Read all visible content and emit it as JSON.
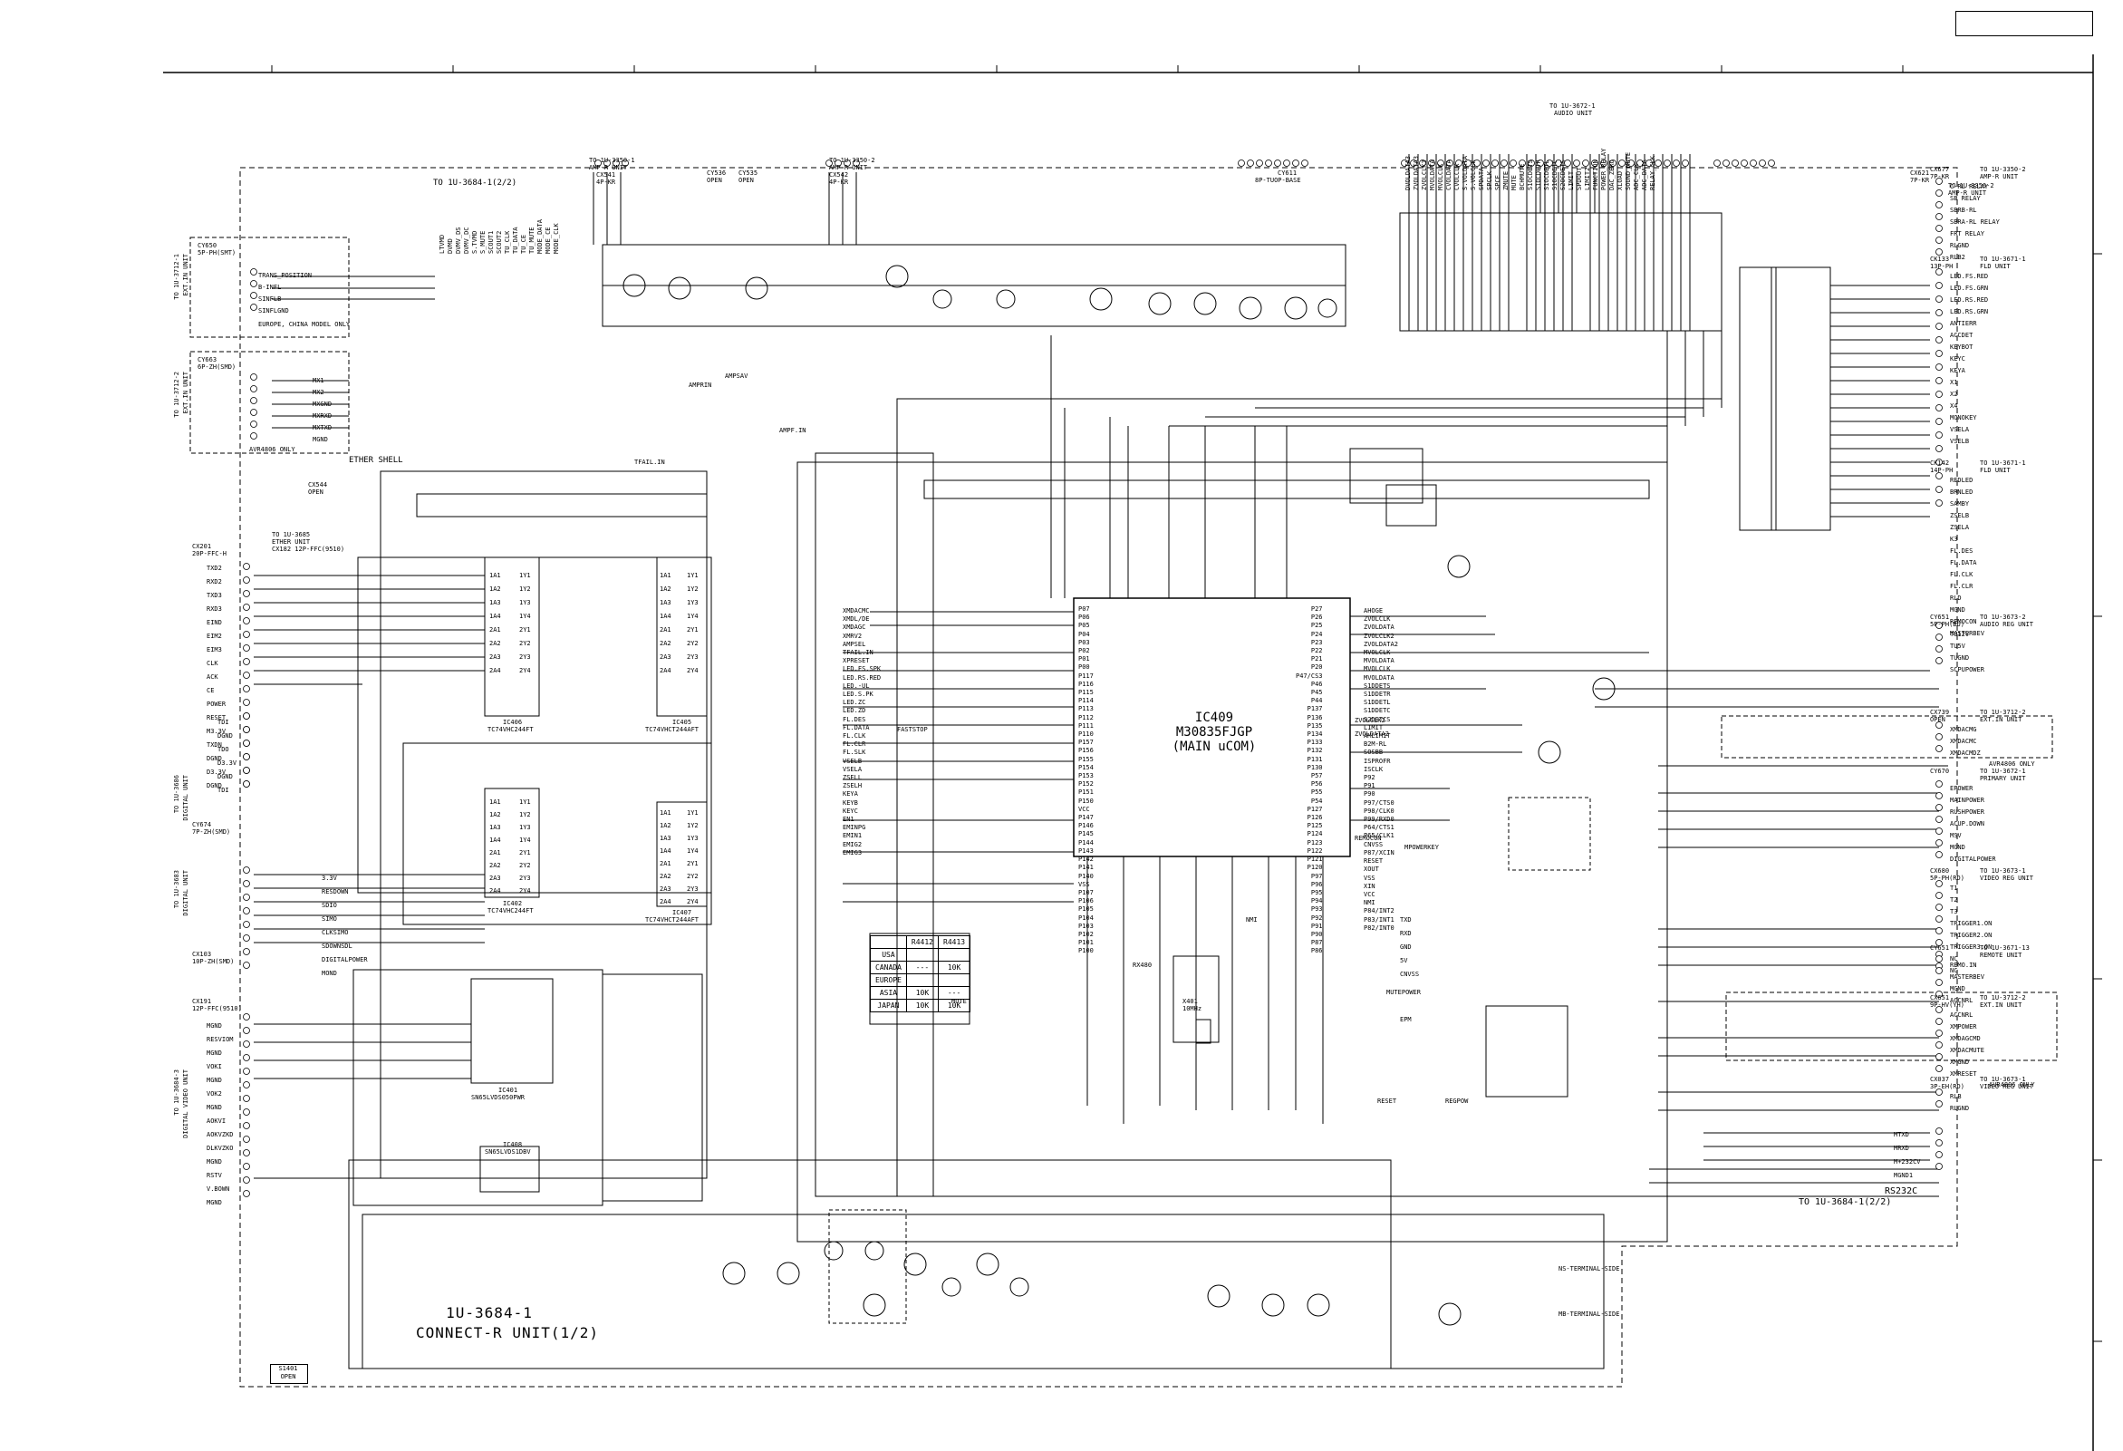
{
  "main_ucom": {
    "ref": "IC409",
    "part": "M30835FJGP",
    "name": "(MAIN uCOM)"
  },
  "board": {
    "title": "1U-3684-1",
    "subtitle": "CONNECT-R UNIT(1/2)"
  },
  "s401": {
    "ref": "S1401",
    "state": "OPEN"
  },
  "top_connectors": [
    {
      "ref": "TO 1U-3684-1(2/2)"
    },
    {
      "ref": "CX541",
      "part": "4P-KR",
      "dest": "TO 1U-3350-1",
      "dest2": "AMP-R UNIT"
    },
    {
      "ref": "CY536",
      "part": "OPEN"
    },
    {
      "ref": "CX542",
      "part": "4P-KR",
      "dest": "TO 1U-3350-2",
      "dest2": "AMP-R UNIT"
    },
    {
      "ref": "CY535",
      "part": "OPEN"
    },
    {
      "ref": "CY611",
      "part": "8P-TUOP-BASE"
    },
    {
      "ref": "CX621",
      "part": "7P-KR",
      "dest": "TO 1U-3350-2",
      "dest2": "AMP-R UNIT"
    },
    {
      "ref": "TO 1U-3672-1",
      "dest2": "AUDIO UNIT"
    }
  ],
  "cy650": {
    "ref": "CY650",
    "part": "5P-PH(SMT)",
    "dest": "TO 1U-3712-1",
    "dest2": "EXT.IN UNIT",
    "note": "EUROPE, CHINA MODEL ONLY",
    "signals": [
      "TRANS_POSITION",
      "B-INFL",
      "SINFLB",
      "SINFLGND"
    ]
  },
  "cy663": {
    "ref": "CY663",
    "part": "6P-ZH(SMD)",
    "dest": "TO 1U-3712-2",
    "dest2": "EXT.IN UNIT",
    "note": "AVR4806 ONLY",
    "signals": [
      "MX1",
      "MX2",
      "MXGND",
      "MXRXD",
      "MXTXD",
      "MGND"
    ]
  },
  "ether": {
    "label": "ETHER SHELL",
    "cx": "CX544",
    "state": "OPEN"
  },
  "cx201": {
    "ref": "CX201",
    "part": "20P-FFC-H",
    "dest": "TO 1U-3685",
    "dest2": "ETHER UNIT",
    "sub": "CX182 12P-FFC(9510)",
    "signals": [
      "TXD2",
      "RXD2",
      "TXD3",
      "RXD3",
      "EIND",
      "EIM2",
      "EIM3",
      "CLK",
      "ACK",
      "CE",
      "POWER",
      "RESET",
      "M3.3V",
      "TXDN",
      "DGND",
      "D3.3V",
      "DGND"
    ]
  },
  "cy674": {
    "ref": "CY674",
    "part": "7P-ZH(SMD)",
    "dest": "TO 1U-3686",
    "dest2": "DIGITAL UNIT",
    "signals": [
      "TDI",
      "DGND",
      "TDO",
      "D3.3V",
      "DGND",
      "TDI"
    ]
  },
  "cx103": {
    "ref": "CX103",
    "part": "10P-ZH(SMD)",
    "dest": "TO 1U-3683",
    "dest2": "DIGITAL UNIT",
    "signals": [
      "3.3V",
      "RESDOWN",
      "SDIO",
      "SIMO",
      "CLKSIMO",
      "SDOWNSDL",
      "DIGITALPOWER",
      "MOND"
    ]
  },
  "cx191": {
    "ref": "CX191",
    "part": "12P-FFC(9510)",
    "dest": "TO 1U-3684-3",
    "dest2": "DIGITAL VIDEO UNIT",
    "signals": [
      "MGND",
      "RESVIOM",
      "MGND",
      "VOKI",
      "MGND",
      "VOK2",
      "MGND",
      "AOKVI",
      "AOKVZKD",
      "DLKVZKO",
      "MGND",
      "RSTV",
      "V.BOWN",
      "MGND"
    ]
  },
  "ics": [
    {
      "ref": "IC406",
      "part": "TC74VHC244FT",
      "in": [
        "1A1",
        "1A2",
        "1A3",
        "1A4",
        "2A1",
        "2A2",
        "2A3",
        "2A4"
      ],
      "out": [
        "1Y1",
        "1Y2",
        "1Y3",
        "1Y4",
        "2Y1",
        "2Y2",
        "2Y3",
        "2Y4"
      ]
    },
    {
      "ref": "IC405",
      "part": "TC74VHCT244AFT",
      "in": [
        "1A1",
        "1A2",
        "1A3",
        "1A4",
        "2A1",
        "2A2",
        "2A3",
        "2A4"
      ],
      "out": [
        "1Y1",
        "1Y2",
        "1Y3",
        "1Y4",
        "2Y1",
        "2Y2",
        "2Y3",
        "2Y4"
      ]
    },
    {
      "ref": "IC402",
      "part": "TC74VHC244FT",
      "in": [
        "1A1",
        "1A2",
        "1A3",
        "1A4",
        "2A1",
        "2A2",
        "2A3",
        "2A4"
      ],
      "out": [
        "1Y1",
        "1Y2",
        "1Y3",
        "1Y4",
        "2Y1",
        "2Y2",
        "2Y3",
        "2Y4"
      ]
    },
    {
      "ref": "IC407",
      "part": "TC74VHCT244AFT",
      "in": [
        "1A1",
        "1A2",
        "1A3",
        "1A4",
        "2A1",
        "2A2",
        "2A3",
        "2A4"
      ],
      "out": [
        "1Y1",
        "1Y2",
        "1Y3",
        "1Y4",
        "2Y1",
        "2Y2",
        "2Y3",
        "2Y4"
      ]
    },
    {
      "ref": "IC401",
      "part": "SN65LVDS050PWR"
    },
    {
      "ref": "IC408",
      "part": "SN65LVDS1DBV"
    }
  ],
  "ucom_left_pins": [
    "P07",
    "P06",
    "P05",
    "P04",
    "P03",
    "P02",
    "P01",
    "P00",
    "P117",
    "P116",
    "P115",
    "P114",
    "P113",
    "P112",
    "P111",
    "P110",
    "P157",
    "P156",
    "P155",
    "P154",
    "P153",
    "P152",
    "P151",
    "P150",
    "VCC",
    "P147",
    "P146",
    "P145",
    "P144",
    "P143",
    "P142",
    "P141",
    "P140",
    "VSS",
    "P107",
    "P106",
    "P105",
    "P104",
    "P103",
    "P102",
    "P101",
    "P100"
  ],
  "ucom_right_pins": [
    "P27",
    "P26",
    "P25",
    "P24",
    "P23",
    "P22",
    "P21",
    "P20",
    "P47/CS3",
    "P46",
    "P45",
    "P44",
    "P137",
    "P136",
    "P135",
    "P134",
    "P133",
    "P132",
    "P131",
    "P130",
    "P57",
    "P56",
    "P55",
    "P54",
    "P127",
    "P126",
    "P125",
    "P124",
    "P123",
    "P122",
    "P121",
    "P120",
    "P97",
    "P96",
    "P95",
    "P94",
    "P93",
    "P92",
    "P91",
    "P90",
    "P87",
    "P86"
  ],
  "ucom_left_signals": [
    "XMDACMC",
    "XMDL/DE",
    "XMDAGC",
    "XMRV2",
    "AMPSEL",
    "TFAIL.IN",
    "XPRESET",
    "LED.FS.SPK",
    "LED.RS.RED",
    "LED.-UL",
    "LED.S.PK",
    "LED.ZC",
    "LED.ZD",
    "FL.DES",
    "FL.DATA",
    "FL.CLK",
    "FL.CLR",
    "FL.SLK",
    "VSELB",
    "VSELA",
    "ZSELL",
    "ZSELH",
    "KEYA",
    "KEYB",
    "KEYC",
    "EN1",
    "EMINPG",
    "EMIN1",
    "EMIG2",
    "EMIG3"
  ],
  "ucom_right_signals": [
    "AHOGE",
    "ZVOLCLK",
    "ZVOLDATA",
    "ZVOLCLK2",
    "ZVOLDATA2",
    "MVOLCLK",
    "MVOLDATA",
    "MVOLCLK",
    "MVOLDATA",
    "S1DDETS",
    "S1DDETR",
    "S1DDETL",
    "S1DDETC",
    "S2DETCS",
    "LIMIT",
    "AMLIMIT",
    "B2M-RL",
    "SOSBB",
    "ISPROFR",
    "ISCLK",
    "P92",
    "P91",
    "P90",
    "P97/CTS0",
    "P98/CLK0",
    "P99/RXD0",
    "P64/CTS1",
    "P65/CLK1",
    "CNVSS",
    "P87/XCIN",
    "RESET",
    "XOUT",
    "VSS",
    "XIN",
    "VCC",
    "NMI",
    "P84/INT2",
    "P83/INT1",
    "P82/INT0"
  ],
  "crystal": {
    "ref": "X401",
    "value": "10MHz"
  },
  "region_table": {
    "headers": [
      "",
      "R4412",
      "R4413"
    ],
    "rows": [
      [
        "USA",
        "",
        ""
      ],
      [
        "CANADA",
        "---",
        "10K"
      ],
      [
        "EUROPE",
        "",
        ""
      ],
      [
        "ASIA",
        "10K",
        "---"
      ],
      [
        "JAPAN",
        "10K",
        "10K"
      ]
    ]
  },
  "right_connectors": [
    {
      "ref": "CK133",
      "part": "13P-PH",
      "dest": "TO 1U-3671-1",
      "dest2": "FLD UNIT",
      "signals": [
        "LED.FS.RED",
        "LED.FS.GRN",
        "LED.RS.RED",
        "LED.RS.GRN",
        "ANTIERR",
        "ACCDET",
        "KEYBOT",
        "KEYC",
        "KEYA",
        "X1",
        "X2",
        "X4",
        "MONOKEY",
        "VSELA",
        "VSELB"
      ]
    },
    {
      "ref": "CK142",
      "part": "14P-PH",
      "dest": "TO 1U-3671-1",
      "dest2": "FLD UNIT",
      "signals": [
        "REDLED",
        "BRNLED",
        "SAMBY",
        "ZSELB",
        "ZSELA",
        "K3",
        "FL.DES",
        "FL.DATA",
        "FL.CLK",
        "FL.CLR",
        "RLD",
        "MGND",
        "REMOCON",
        "MASTERBEV"
      ]
    },
    {
      "ref": "CX677",
      "part": "7P-KR",
      "dest": "TO 1U-3350-2",
      "dest2": "AMP-R UNIT",
      "signals": [
        "C-RL RELAY",
        "SB RELAY",
        "SBRB-RL",
        "SBRA-RL RELAY",
        "FRT RELAY",
        "RLGND",
        "RLB2"
      ]
    },
    {
      "ref": "CY651",
      "part": "5P-PH(BU)",
      "dest": "TO 1U-3673-2",
      "dest2": "AUDIO REG UNIT",
      "signals": [
        "TU12V",
        "TU5V",
        "TUGND",
        "SCPUPOWER"
      ]
    },
    {
      "ref": "CX739",
      "part": "OPEN",
      "dest": "TO 1U-3712-2",
      "dest2": "EXT.IN UNIT",
      "note": "AVR4806 ONLY",
      "signals": [
        "XMDACMG",
        "XMDACMC",
        "XMDACMDZ"
      ]
    },
    {
      "ref": "CY670",
      "part": "",
      "dest": "TO 1U-3672-1",
      "dest2": "PRIMARY UNIT",
      "signals": [
        "EPOWER",
        "MAINPOWER",
        "RUSHPOWER",
        "ACUP.DOWN",
        "MSV",
        "MGND",
        "DIGITALPOWER"
      ]
    },
    {
      "ref": "CX680",
      "part": "5P-PH(RD)",
      "dest": "TO 1U-3673-1",
      "dest2": "VIDEO REG UNIT",
      "signals": [
        "T1",
        "T2",
        "T3",
        "TRIGGER1.ON",
        "TRIGGER2.ON",
        "TRIGGER3.ON",
        "NC",
        "NC"
      ]
    },
    {
      "ref": "CY651",
      "part": "",
      "dest": "TO 1U-3671-13",
      "dest2": "REMOTE UNIT",
      "signals": [
        "REMO.IN",
        "MASTERBEV",
        "MGND",
        "ACCNRL"
      ]
    },
    {
      "ref": "CX651",
      "part": "9P-HV(YH)",
      "dest": "TO 1U-3712-2",
      "dest2": "EXT.IN UNIT",
      "note": "AVR4806 ONLY",
      "signals": [
        "ACCNRL",
        "XMPOWER",
        "XMDAGCMD",
        "XMDACMUTE",
        "XMGND",
        "XMRESET"
      ]
    },
    {
      "ref": "CX037",
      "part": "3P-EH(RD)",
      "dest": "TO 1U-3673-1",
      "dest2": "VIDEO REG UNIT",
      "signals": [
        "RLB",
        "RLGND"
      ]
    }
  ],
  "rs232c": {
    "label": "RS232C",
    "dest": "TO 1U-3684-1(2/2)",
    "signals": [
      "MTXD",
      "MRXD",
      "M+232CV",
      "MGND1"
    ]
  },
  "audio_bus": [
    "DVOLDATA3",
    "ZVOLDATA3",
    "ZVOLCLK3",
    "MVOLDATA",
    "MVOLCLK",
    "CVOLDATA",
    "CVOLCLK",
    "S.VOLDATA",
    "S.VOLCLK",
    "SPDATA",
    "SPCLK",
    "SPCE",
    "ZMUTE",
    "MUTE",
    "BCHMUTE",
    "S1OCDETS",
    "S1OCDETR",
    "S1OCDETL",
    "S1OCDETC",
    "S2OCDETS",
    "LIMIT",
    "SPDOUT",
    "LIMIT2",
    "FUNCTION",
    "POWER_RELAY",
    "DAC_ZERO",
    "XLOAD",
    "SOUND_MUTE",
    "ADC_CLK",
    "ADC_DATA",
    "RELAY_CLK"
  ],
  "top_signal_bus": [
    "LTVMD",
    "DVMD",
    "DVMV_DS",
    "DVMV_DC",
    "S.TVMD",
    "S_MUTE",
    "SCOUT1",
    "SCOUT2",
    "TU_CLK",
    "TU_DATA",
    "TU_CE",
    "TU_MUTE",
    "MODE_DATA",
    "MODE_CE",
    "MODE_CLK"
  ],
  "misc_labels": [
    "NMI",
    "MUTE",
    "AMPRIN",
    "AMPF.IN",
    "AMPSAV",
    "TFAIL.IN",
    "FASTSTOP",
    "MUTEPOWER",
    "REMOCON",
    "MPOWERKEY",
    "ZVOLCLK2",
    "ZVOLDATA2",
    "RX480",
    "TXD",
    "RXD",
    "GND",
    "5V",
    "CNVSS",
    "EPM",
    "RESET",
    "REGPOW",
    "NS-TERMINAL-SIDE",
    "MB-TERMINAL-SIDE"
  ]
}
